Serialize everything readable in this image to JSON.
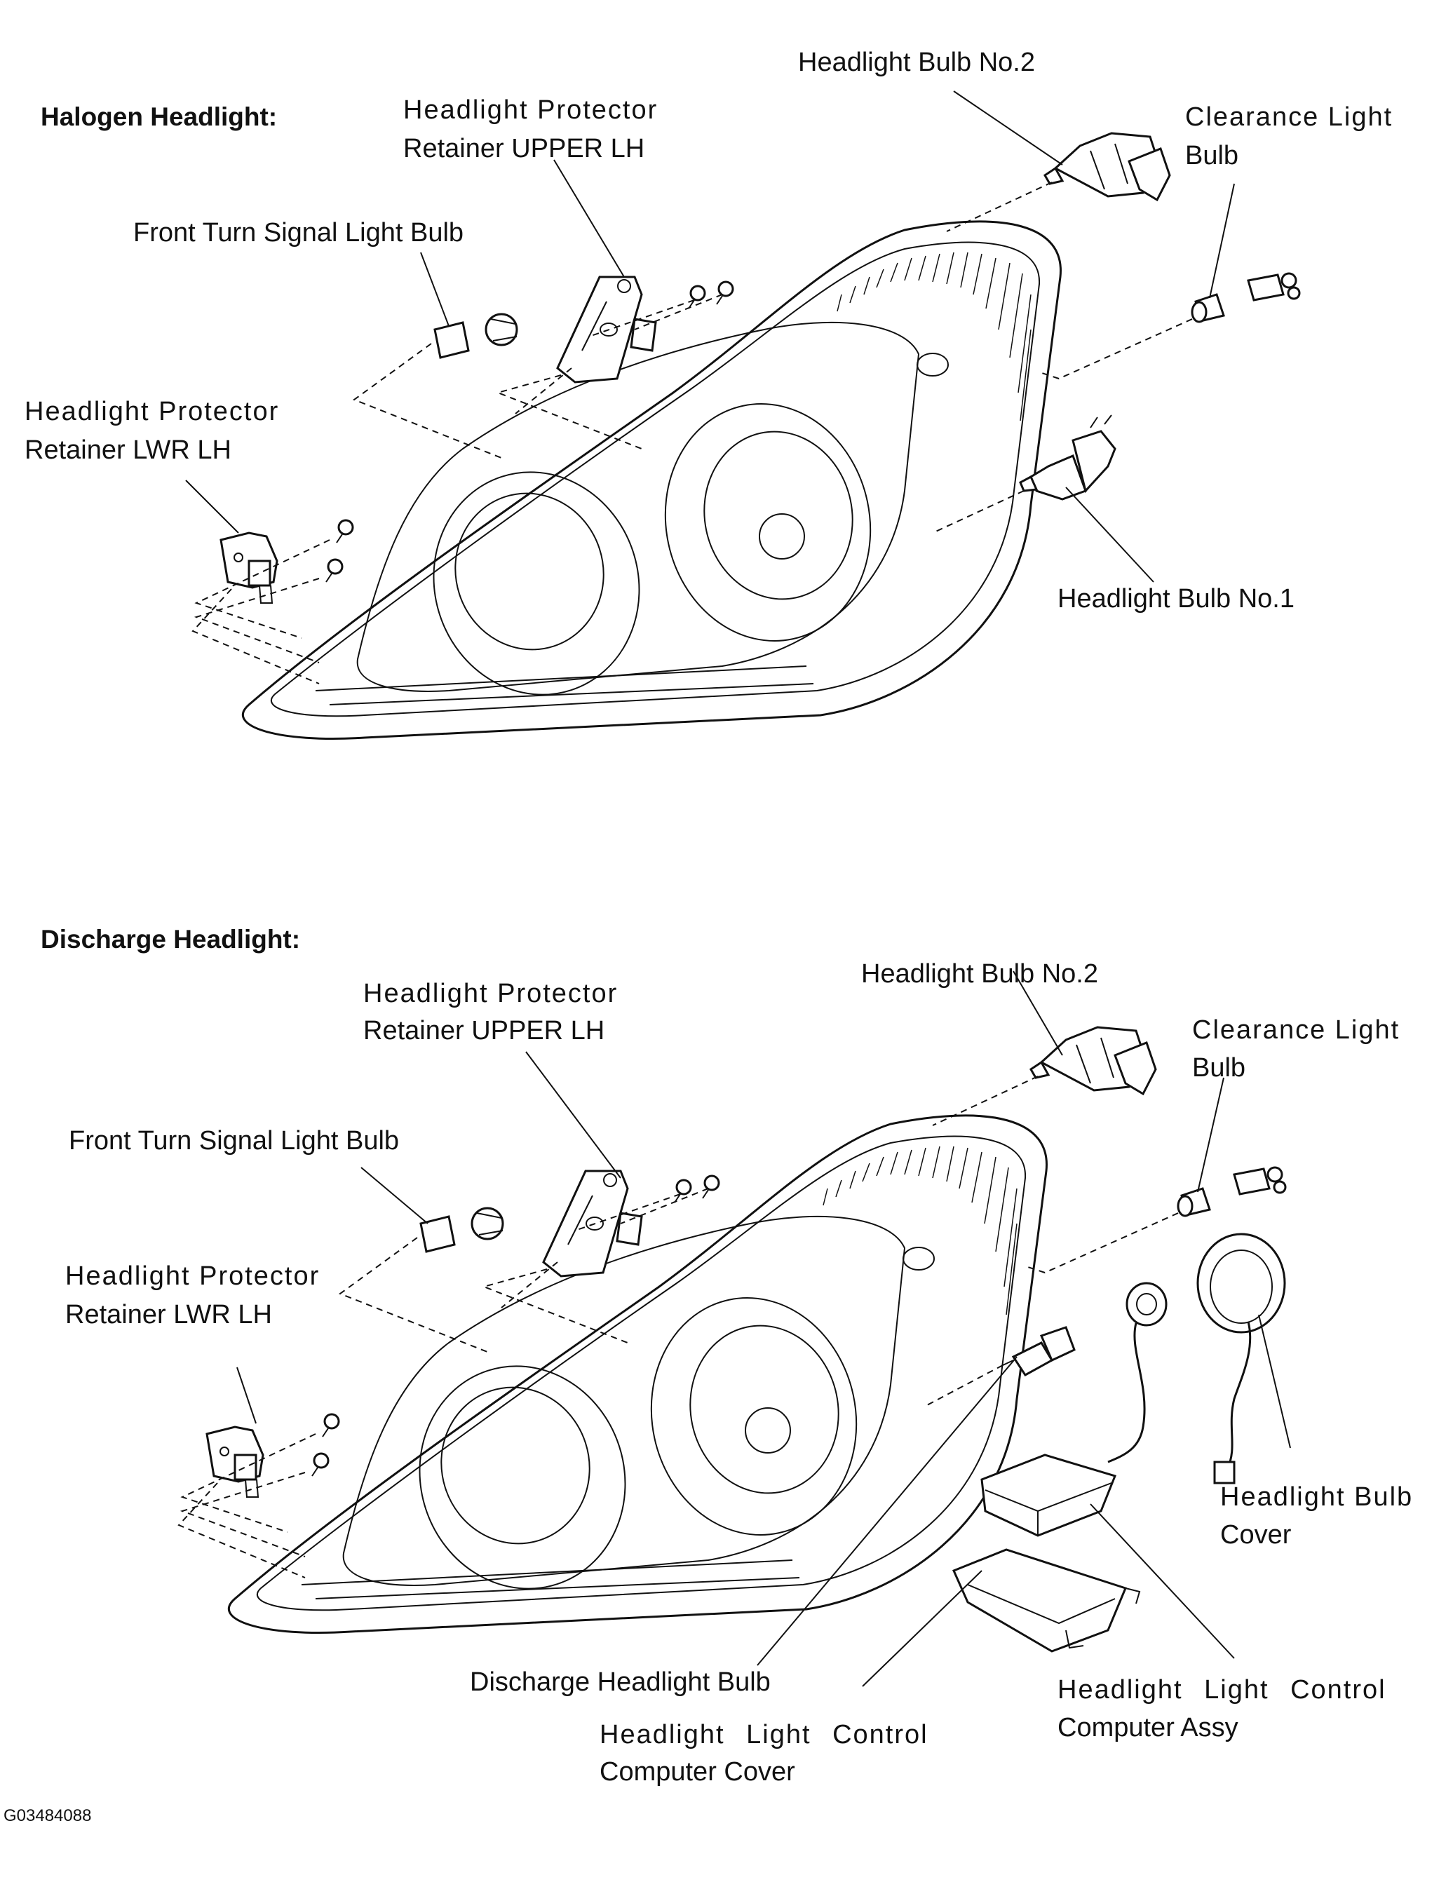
{
  "figure_id": "G03484088",
  "halogen": {
    "header": "Halogen Headlight:",
    "labels": {
      "bulb_no2": "Headlight Bulb No.2",
      "protector_upper_1": "Headlight Protector",
      "protector_upper_2": "Retainer UPPER LH",
      "clearance_1": "Clearance Light",
      "clearance_2": "Bulb",
      "turn_signal": "Front Turn Signal Light Bulb",
      "protector_lwr_1": "Headlight Protector",
      "protector_lwr_2": "Retainer LWR LH",
      "bulb_no1": "Headlight Bulb No.1"
    }
  },
  "discharge": {
    "header": "Discharge Headlight:",
    "labels": {
      "bulb_no2": "Headlight Bulb No.2",
      "protector_upper_1": "Headlight Protector",
      "protector_upper_2": "Retainer UPPER LH",
      "clearance_1": "Clearance Light",
      "clearance_2": "Bulb",
      "turn_signal": "Front Turn Signal Light Bulb",
      "protector_lwr_1": "Headlight Protector",
      "protector_lwr_2": "Retainer LWR LH",
      "bulb_cover_1": "Headlight Bulb",
      "bulb_cover_2": "Cover",
      "discharge_bulb": "Discharge Headlight Bulb",
      "computer_assy_1": "Headlight Light Control",
      "computer_assy_2": "Computer Assy",
      "computer_cover_1": "Headlight Light Control",
      "computer_cover_2": "Computer Cover"
    }
  }
}
